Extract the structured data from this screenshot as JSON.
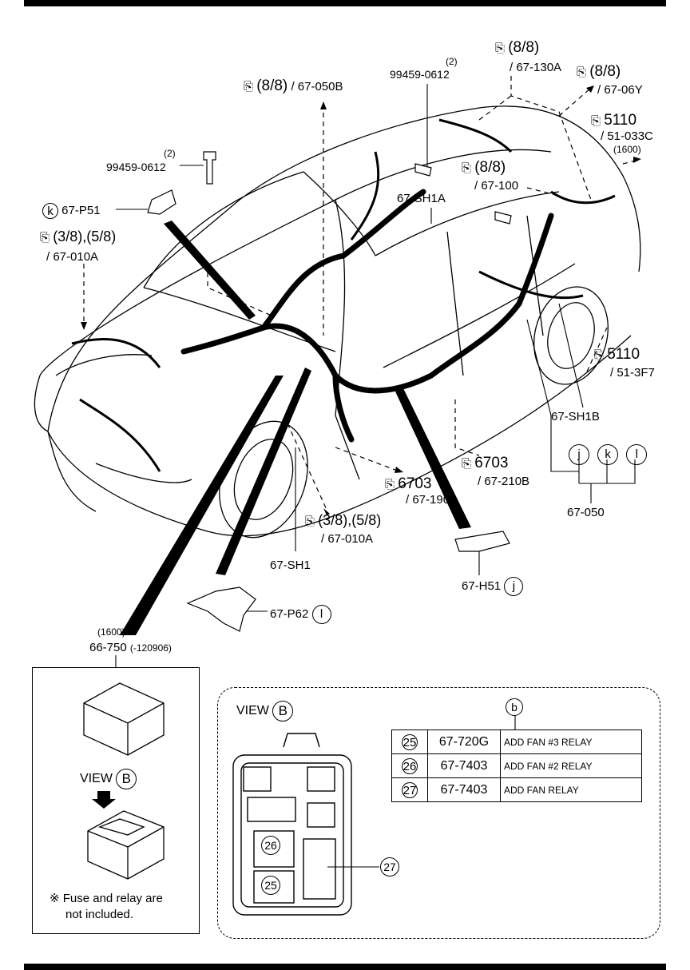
{
  "callouts": {
    "ref_050B": {
      "frac": "(8/8)",
      "code": "/ 67-050B"
    },
    "ref_130A": {
      "frac": "(8/8)",
      "code": "/ 67-130A"
    },
    "ref_06Y": {
      "frac": "(8/8)",
      "code": "/ 67-06Y"
    },
    "ref_033C": {
      "num": "5110",
      "code": "/ 51-033C",
      "note": "(1600)"
    },
    "ref_100": {
      "frac": "(8/8)",
      "code": "/ 67-100"
    },
    "ref_010A_left": {
      "frac": "(3/8),(5/8)",
      "code": "/ 67-010A"
    },
    "ref_3F7": {
      "num": "5110",
      "code": "/ 51-3F7"
    },
    "ref_210B": {
      "num": "6703",
      "code": "/ 67-210B"
    },
    "ref_190J": {
      "num": "6703",
      "code": "/ 67-190J"
    },
    "ref_010A_bottom": {
      "frac": "(3/8),(5/8)",
      "code": "/ 67-010A"
    }
  },
  "parts": {
    "bolt_top": {
      "qty": "(2)",
      "pn": "99459-0612"
    },
    "bolt_left": {
      "qty": "(2)",
      "pn": "99459-0612"
    },
    "sh1a": "67-SH1A",
    "sh1b": "67-SH1B",
    "sh1": "67-SH1",
    "p51": {
      "mark": "k",
      "pn": "67-P51"
    },
    "h51": {
      "mark": "j",
      "pn": "67-H51"
    },
    "p62": {
      "mark": "l",
      "pn": "67-P62"
    },
    "group_050": {
      "marks": [
        "j",
        "k",
        "l"
      ],
      "pn": "67-050"
    }
  },
  "fusebox_panel": {
    "note": "(1600)",
    "pn": "66-750",
    "range": "(-120906)",
    "view_label": "VIEW",
    "view_mark": "B",
    "footnote_line1": "※ Fuse and relay are",
    "footnote_line2": "not included."
  },
  "view_b_panel": {
    "view_label": "VIEW",
    "view_mark": "B",
    "table_mark": "b",
    "callout_27": "27",
    "slot_26": "26",
    "slot_25": "25",
    "relays": [
      {
        "num": "25",
        "pn": "67-720G",
        "desc": "ADD FAN #3 RELAY"
      },
      {
        "num": "26",
        "pn": "67-7403",
        "desc": "ADD FAN #2 RELAY"
      },
      {
        "num": "27",
        "pn": "67-7403",
        "desc": "ADD FAN RELAY"
      }
    ]
  }
}
